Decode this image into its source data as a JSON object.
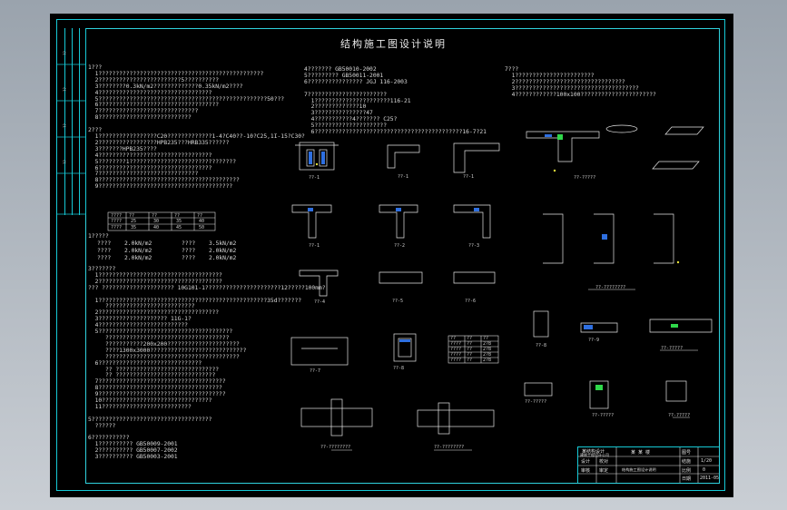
{
  "drawing": {
    "title": "结构施工图设计说明",
    "col1": [
      "1???",
      "  1????????????????????????????????????????????????",
      "  2????????????????????????5??????????",
      "  3????????0.3kN/m2?????????????0.35kN/m2????",
      "  4?????????????????????????????????",
      "  5?????????????????????????????????????????????????50???",
      "  6???????????????????????????????????",
      "  7?????????????????????????????",
      "  8???????????????????????????",
      "",
      "2???",
      "  1?????????????????C20?????????????1-4?C40??-10?C25,1I-15?C30?",
      "  2?????????????????HPB235???HRB335??????",
      "  3???????HPB235????",
      "  4?????????????????????????????????",
      "  5????????1???????????????????????????????",
      "  6?????????????????????????????????",
      "  7?????????????????????????????",
      "  8?????????????????????????????????????????",
      "  9???????????????????????????????????????"
    ],
    "table1": {
      "headers": [
        "????",
        "??",
        "??",
        "??",
        "??"
      ],
      "rows": [
        [
          "????",
          "25",
          "30",
          "35",
          "40"
        ],
        [
          "????",
          "35",
          "40",
          "45",
          "50"
        ]
      ]
    },
    "loads": [
      [
        "????",
        "2.0kN/m2",
        "????",
        "3.5kN/m2"
      ],
      [
        "????",
        "2.0kN/m2",
        "????",
        "2.0kN/m2"
      ],
      [
        "????",
        "2.0kN/m2",
        "????",
        "2.0kN/m2"
      ]
    ],
    "col1b": [
      "3???????",
      "  1????????????????????????????????????",
      "  2????????????????????????????????????",
      "??? ????????????????????? 10G101-1??????????????????????12?????100mm?",
      "",
      "  1?????????????????????????????????????????????????35d???????",
      "     ??????????????????????????",
      "  2???????????????????????????????????",
      "  3???????????????????? 11G-1?",
      "  4??????????????????????????",
      "  5???????????????????????????????????????",
      "     ????????????????????????????????????",
      "     ???????????200x200?????????????????????",
      "     ????1300x3000????????????????????????????",
      "     ???????????????????????????????????????",
      "  6??????????????????????????????",
      "     ?? ??????????????????????????????",
      "     ?? ?????????????????????????????",
      "  7?????????????????????????????????????",
      "  8????????????????????????????????????",
      "  9?????????????????????????????????????",
      "  10????????????????????????????????",
      "  11??????????????????????????",
      "",
      "5???????????????????????????????????",
      "  ??????",
      "",
      "6???????????",
      "  1?????????? GB50009-2001",
      "  2?????????? GB50007-2002",
      "  3?????????? GB50003-2001"
    ],
    "col2": [
      "4??????? GB50010-2002",
      "5????????? GB50011-2001",
      "6???????????????? JGJ 116-2003",
      "",
      "7???????????????????????",
      "  1??????????????????????116-21",
      "  2?????????????10",
      "  3???????????????47",
      "  4???????????4??????? C25?",
      "  5?????????????????????",
      "  6???????????????????????????????????????????16-7?21"
    ],
    "col3": [
      "7???",
      "  1???????????????????????",
      "  2????????????????????????????????",
      "  3????????????????????????????????????",
      "  4????????????100x100??????????????????????"
    ],
    "table2": {
      "headers": [
        "??",
        "??",
        "??"
      ],
      "rows": [
        [
          "????",
          "??",
          "2?8"
        ],
        [
          "????",
          "??",
          "2?8"
        ],
        [
          "????",
          "??",
          "2?8"
        ],
        [
          "????",
          "??",
          "2?8"
        ],
        [
          "????",
          "??",
          "2?8"
        ]
      ]
    },
    "captions": {
      "d1": "??-1",
      "d2": "??-1",
      "d3": "??-1",
      "d4": "??-1",
      "d5": "??-2",
      "d6": "??-3",
      "d7": "??-4",
      "d8": "??-5",
      "d9": "??-6",
      "d10": "??-7",
      "d11": "??-8",
      "d12": "??-????????",
      "d13": "??-????????",
      "d14": "??-????????",
      "d15": "??-8",
      "d16": "??-9",
      "d17": "??-?????",
      "d18": "??-?????",
      "d19": "??-?????",
      "d20": "??-?????",
      "d21": "??-?????"
    },
    "titleblock": {
      "company": "某结构设计",
      "subtitle": "建筑工程设计公司",
      "project": "某 某 楼",
      "drawing_name": "结构施工图设计说明",
      "r1": [
        "设计",
        "校对"
      ],
      "r2": [
        "审核",
        "审定"
      ],
      "sheet": [
        "图号",
        "结施",
        "比例",
        "日期"
      ],
      "values": [
        "1/20",
        "0",
        "2011-05"
      ]
    }
  }
}
